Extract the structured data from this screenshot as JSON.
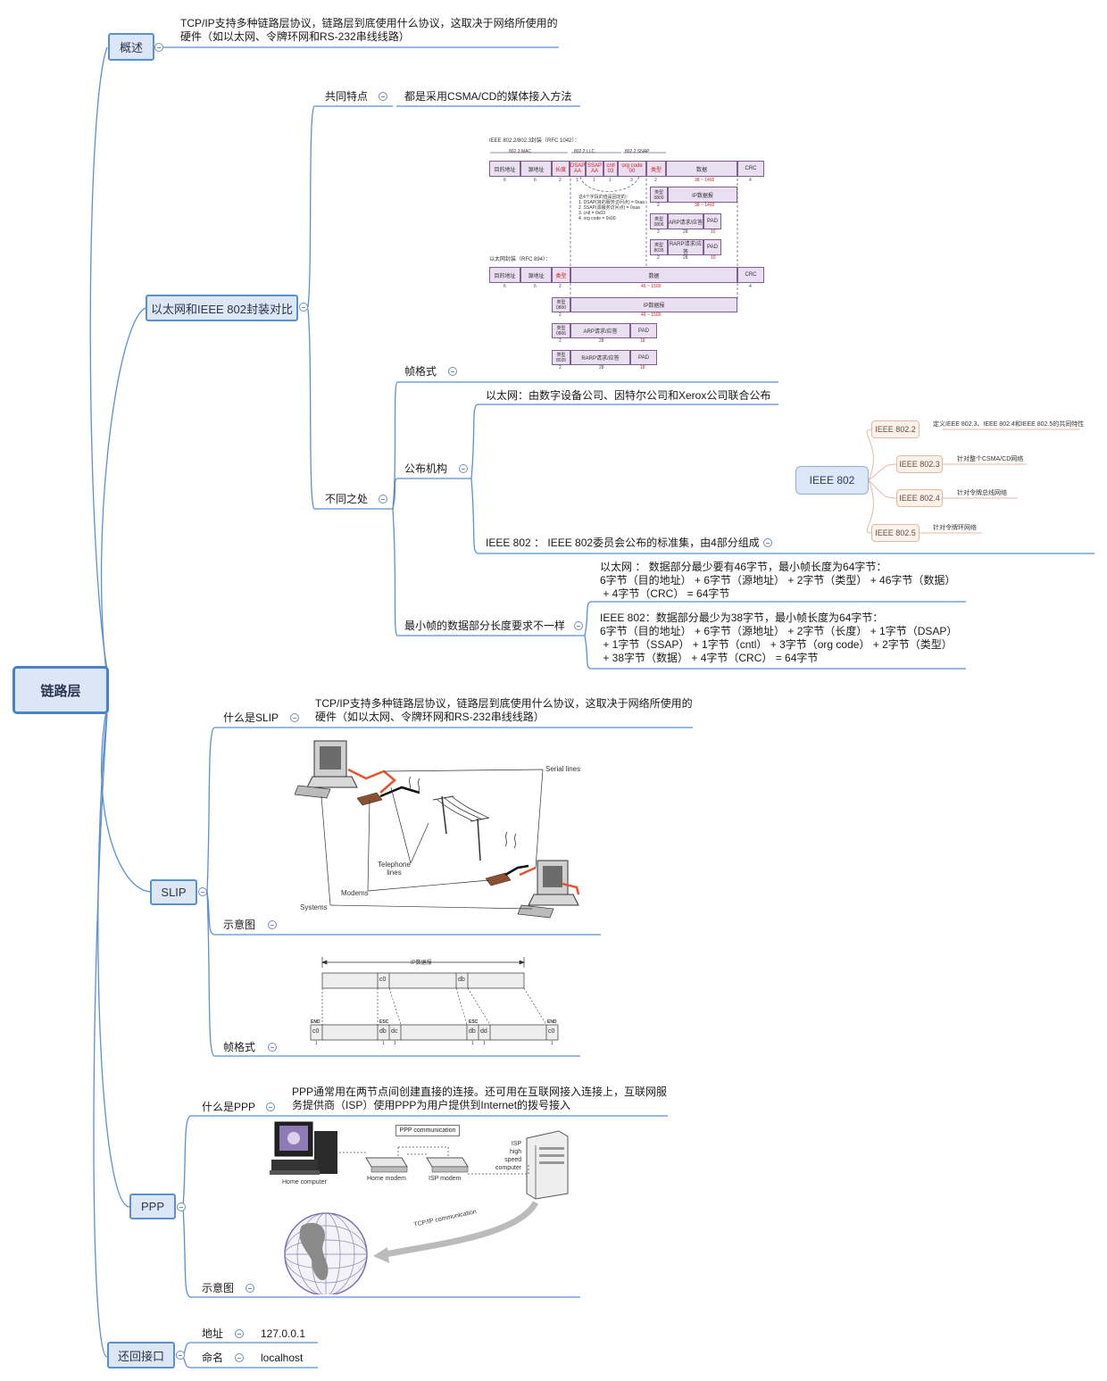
{
  "root": "链路层",
  "overview": {
    "label": "概述",
    "text": "TCP/IP支持多种链路层协议，链路层到底使用什么协议，这取决于网络所使用的\n硬件（如以太网、令牌环网和RS-232串线线路）"
  },
  "ethernet_vs_ieee": {
    "label": "以太网和IEEE 802封装对比",
    "common": {
      "label": "共同特点",
      "text": "都是采用CSMA/CD的媒体接入方法"
    },
    "differences": {
      "label": "不同之处",
      "frame_format": {
        "label": "帧格式"
      },
      "publisher": {
        "label": "公布机构",
        "ethernet": "以太网：由数字设备公司、因特尔公司和Xerox公司联合公布",
        "ieee": "IEEE 802 ： IEEE 802委员会公布的标准集，由4部分组成",
        "ieee_tree": {
          "root": "IEEE 802",
          "items": [
            {
              "name": "IEEE 802.2",
              "note": "定义IEEE 802.3、IEEE 802.4和IEEE 802.5的共同特性"
            },
            {
              "name": "IEEE 802.3",
              "note": "针对整个CSMA/CD网络"
            },
            {
              "name": "IEEE 802.4",
              "note": "针对令牌总线网络"
            },
            {
              "name": "IEEE 802.5",
              "note": "针对令牌环网络"
            }
          ]
        }
      },
      "min_frame": {
        "label": "最小帧的数据部分长度要求不一样",
        "ethernet": "以太网 ： 数据部分最少要有46字节，最小帧长度为64字节：\n6字节（目的地址） + 6字节（源地址） + 2字节（类型） + 46字节（数据）\n + 4字节（CRC） = 64字节",
        "ieee": "IEEE 802：数据部分最少为38字节，最小帧长度为64字节：\n6字节（目的地址） + 6字节（源地址） + 2字节（长度） + 1字节（DSAP）\n + 1字节（SSAP） + 1字节（cntl） + 3字节（org code） + 2字节（类型）\n + 38字节（数据） + 4字节（CRC） = 64字节"
      }
    },
    "frame_diagram": {
      "title1": "IEEE 802.2/802.3封装（RFC 1042）：",
      "title2": "以太网封装（RFC 894）：",
      "mac": "802.3 MAC",
      "llc": "802.2 LLC",
      "snap": "802.2 SNAP",
      "fields": [
        "目的地址",
        "源地址",
        "长度",
        "DSAP AA",
        "SSAP AA",
        "cntl 03",
        "org code 00",
        "类型",
        "数据",
        "CRC"
      ],
      "sizes": [
        "6",
        "6",
        "2",
        "1",
        "1",
        "1",
        "3",
        "2",
        "38 ~ 1492",
        "4"
      ],
      "note": "这4个字段的值是固定的：\n1. DSAP(目的服务访问点) = 0xaa\n2. SSAP(源服务访问点) = 0xaa\n3. cntl = 0x03\n4. org code = 0x00",
      "type0800": "类型\n0800",
      "type0806": "类型\n0806",
      "type8035": "类型\n8035",
      "ip": "IP数据报",
      "arp": "ARP请求/应答",
      "rarp": "RARP请求/应答",
      "pad": "PAD",
      "eth_fields": [
        "目的地址",
        "源地址",
        "类型",
        "数据",
        "CRC"
      ],
      "eth_sizes": [
        "6",
        "6",
        "2",
        "46 ~ 1500",
        "4"
      ],
      "s2": "2",
      "s28": "28",
      "s10": "10",
      "s18": "18",
      "s38": "38 ~ 1492",
      "s46": "46 ~ 1500"
    }
  },
  "slip": {
    "label": "SLIP",
    "what": {
      "label": "什么是SLIP",
      "text": "TCP/IP支持多种链路层协议，链路层到底使用什么协议，这取决于网络所使用的\n硬件（如以太网、令牌环网和RS-232串线线路）"
    },
    "diagram": {
      "label": "示意图",
      "serial": "Serial lines",
      "telephone": "Telephone\nlines",
      "modems": "Modems",
      "systems": "Systems"
    },
    "frame": {
      "label": "帧格式",
      "ipdg": "IP数据报",
      "c0": "c0",
      "db": "db",
      "dc": "dc",
      "dd": "dd",
      "end": "END",
      "esc": "ESC",
      "one": "1"
    }
  },
  "ppp": {
    "label": "PPP",
    "what": {
      "label": "什么是PPP",
      "text": "PPP通常用在两节点间创建直接的连接。还可用在互联网接入连接上，互联网服\n务提供商（ISP）使用PPP为用户提供到Internet的拨号接入"
    },
    "diagram": {
      "label": "示意图",
      "ppp_comm": "PPP communication",
      "home_computer": "Home computer",
      "home_modem": "Home modem",
      "isp_modem": "ISP modem",
      "isp": "ISP\nhigh\nspeed\ncomputer",
      "tcpip": "TCP/IP communication"
    }
  },
  "loopback": {
    "label": "还回接口",
    "address_label": "地址",
    "address": "127.0.0.1",
    "name_label": "命名",
    "name": "localhost"
  },
  "colors": {
    "line": "#5b8fd0",
    "node_fill": "#dce7f5",
    "frame_fill": "#e9dff0",
    "red_line": "#e2542b"
  }
}
